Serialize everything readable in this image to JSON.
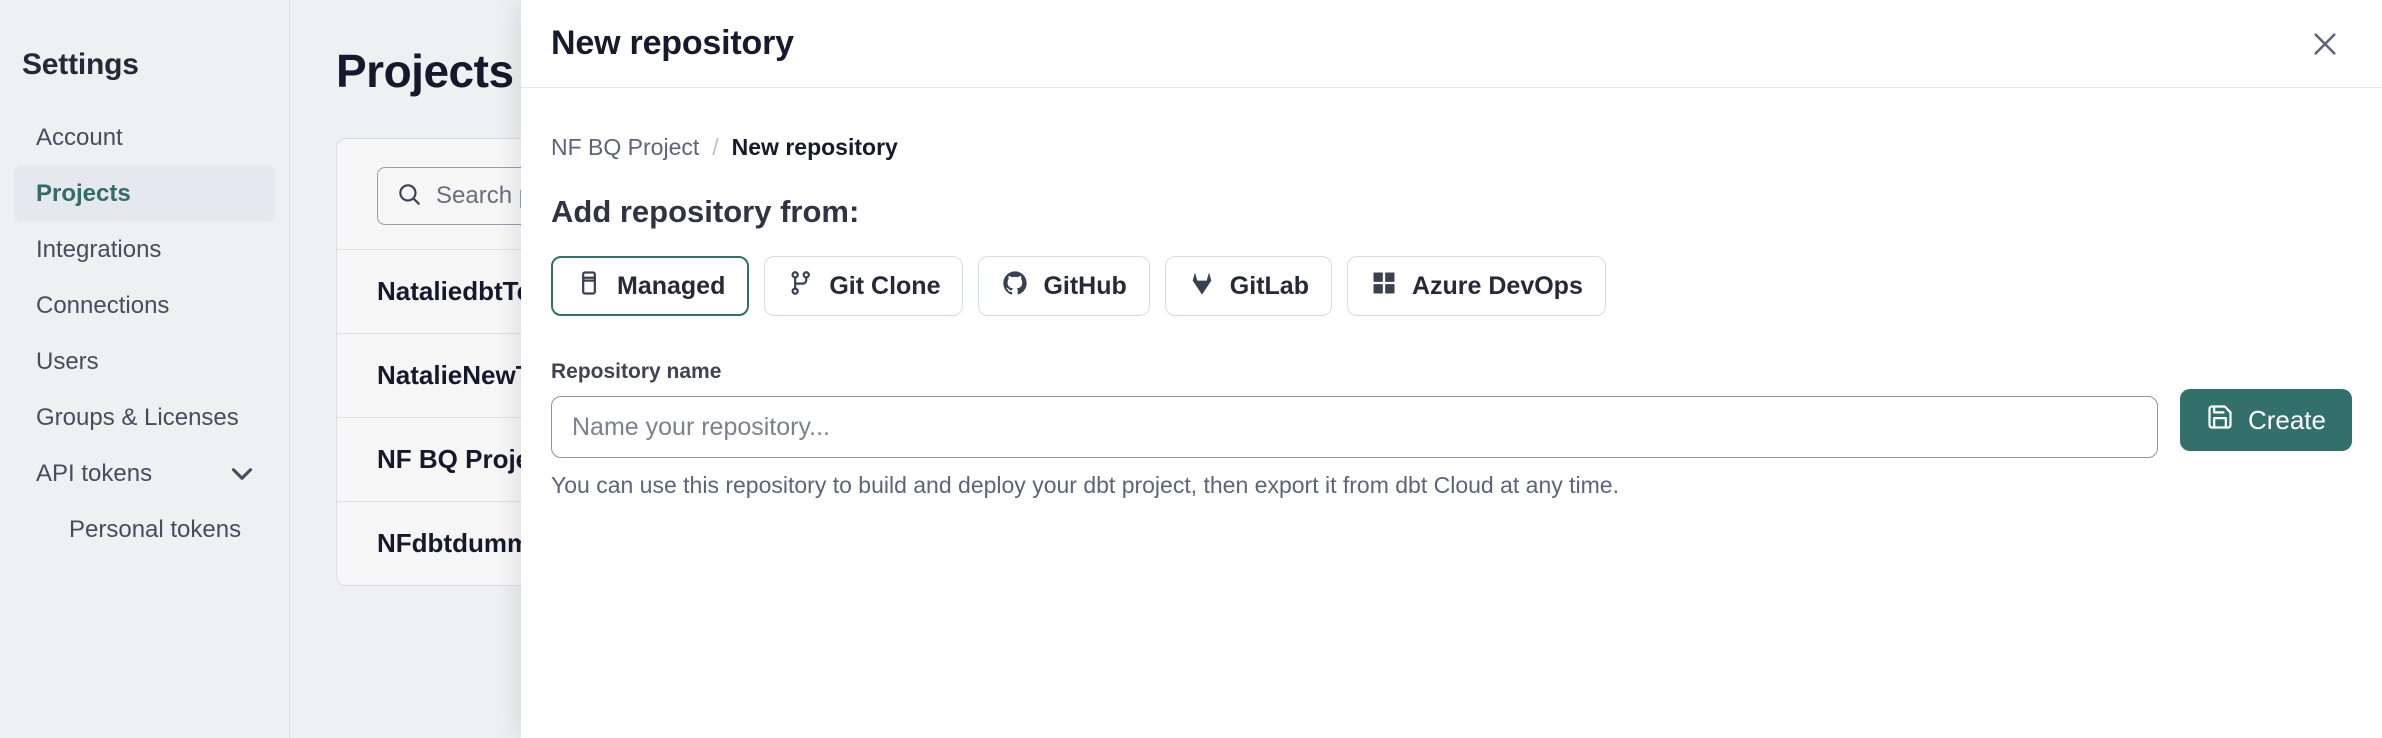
{
  "sidebar": {
    "title": "Settings",
    "items": [
      {
        "label": "Account",
        "active": false,
        "sub": false,
        "chevron": false
      },
      {
        "label": "Projects",
        "active": true,
        "sub": false,
        "chevron": false
      },
      {
        "label": "Integrations",
        "active": false,
        "sub": false,
        "chevron": false
      },
      {
        "label": "Connections",
        "active": false,
        "sub": false,
        "chevron": false
      },
      {
        "label": "Users",
        "active": false,
        "sub": false,
        "chevron": false
      },
      {
        "label": "Groups & Licenses",
        "active": false,
        "sub": false,
        "chevron": false
      },
      {
        "label": "API tokens",
        "active": false,
        "sub": false,
        "chevron": true
      },
      {
        "label": "Personal tokens",
        "active": false,
        "sub": true,
        "chevron": false
      }
    ]
  },
  "page": {
    "title": "Projects",
    "search": {
      "placeholder": "Search projects by name",
      "icon": "search-icon"
    },
    "projects": [
      "NataliedbtTestLearn T",
      "NatalieNewTest",
      "NF BQ Project",
      "NFdbtdummyproject"
    ]
  },
  "modal": {
    "title": "New repository",
    "close_icon": "close-icon",
    "breadcrumb": {
      "parent": "NF BQ Project",
      "separator": "/",
      "current": "New repository"
    },
    "section_title": "Add repository from:",
    "tabs": [
      {
        "label": "Managed",
        "icon": "database-icon",
        "selected": true
      },
      {
        "label": "Git Clone",
        "icon": "git-branch-icon",
        "selected": false
      },
      {
        "label": "GitHub",
        "icon": "github-icon",
        "selected": false
      },
      {
        "label": "GitLab",
        "icon": "gitlab-icon",
        "selected": false
      },
      {
        "label": "Azure DevOps",
        "icon": "azure-devops-icon",
        "selected": false
      }
    ],
    "field": {
      "label": "Repository name",
      "placeholder": "Name your repository...",
      "value": ""
    },
    "helper_text": "You can use this repository to build and deploy your dbt project, then export it from dbt Cloud at any time.",
    "create_button": {
      "label": "Create",
      "icon": "save-icon"
    }
  },
  "colors": {
    "accent_teal": "#336F6B",
    "text_dark": "#151A2D",
    "text_muted": "#5C6479",
    "page_bg": "#F7F9FA",
    "border": "#E6EAEE"
  }
}
